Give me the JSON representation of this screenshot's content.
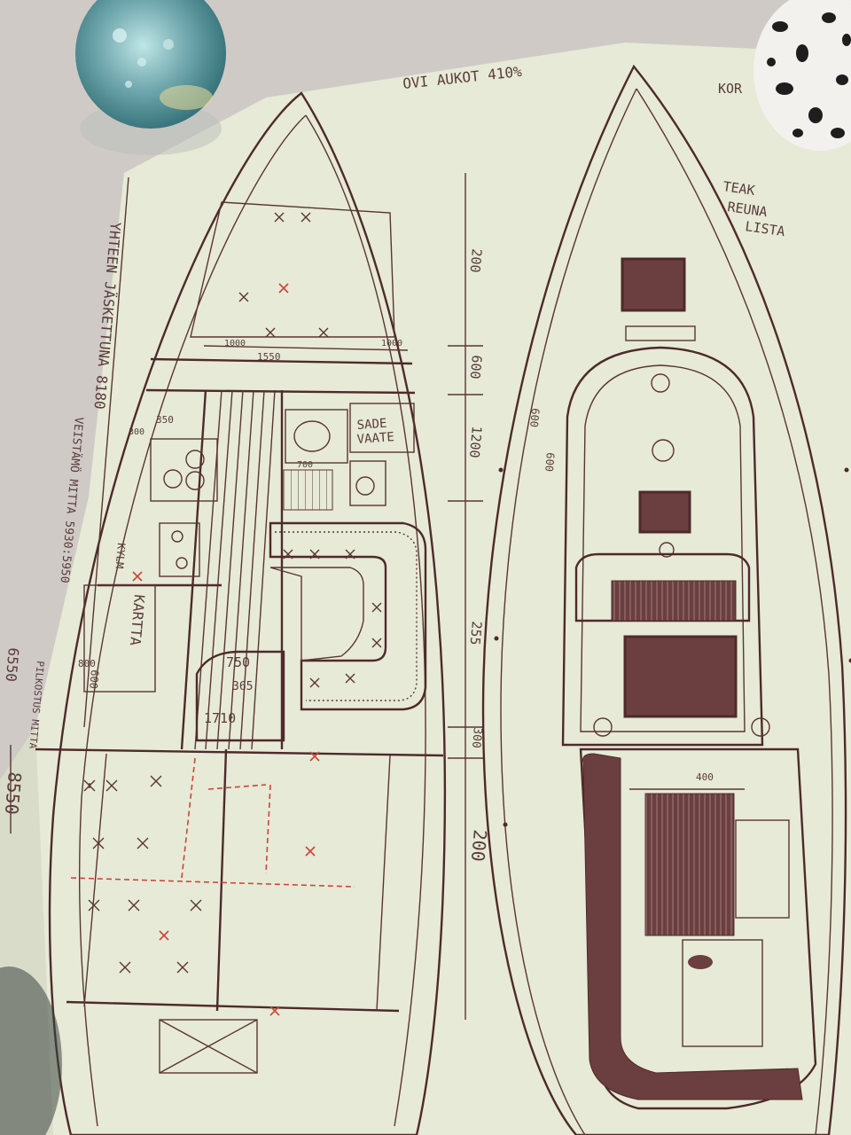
{
  "colors": {
    "carpet": "#cfcac6",
    "paper": "#e6ead6",
    "ink": "#4e2a2a",
    "red_ink": "#c8463a",
    "dark_fill": "#6b3f40",
    "glass": "#6fa7ad"
  },
  "labels": {
    "top_note": "OVI AUKOT 410%",
    "corner_note": "KOR",
    "teak_note_1": "TEAK",
    "teak_note_2": "REUNA",
    "teak_note_3": "LISTA",
    "left_long_1": "YHTEEN JÄSKETTUNA 8180",
    "left_long_2": "VEISTÄMÖ MITTA 5930:5950",
    "left_short": "PILKOSTUS MITTA",
    "sade": "SADE",
    "vaate": "VAATE",
    "kylm": "KYLM",
    "kartta": "KARTTA",
    "dim_200_top": "200",
    "dim_600": "600",
    "dim_1200": "1200",
    "dim_255": "255",
    "dim_300": "300",
    "dim_200_bottom": "200",
    "dim_1550": "1550",
    "dim_1000a": "1000",
    "dim_1000b": "1000",
    "dim_750": "750",
    "dim_1710": "1710",
    "dim_365": "365",
    "dim_600b": "600",
    "dim_800": "800",
    "dim_350": "350",
    "dim_300b": "300",
    "dim_700": "700",
    "dim_600c": "600",
    "dim_400": "400",
    "dim_6550": "6550",
    "dim_8550": "8550",
    "dim_600d": "600"
  },
  "objects": {
    "left_glass": "blue-glass-paperweight",
    "right_vase": "dalmatian-dot-vase"
  }
}
